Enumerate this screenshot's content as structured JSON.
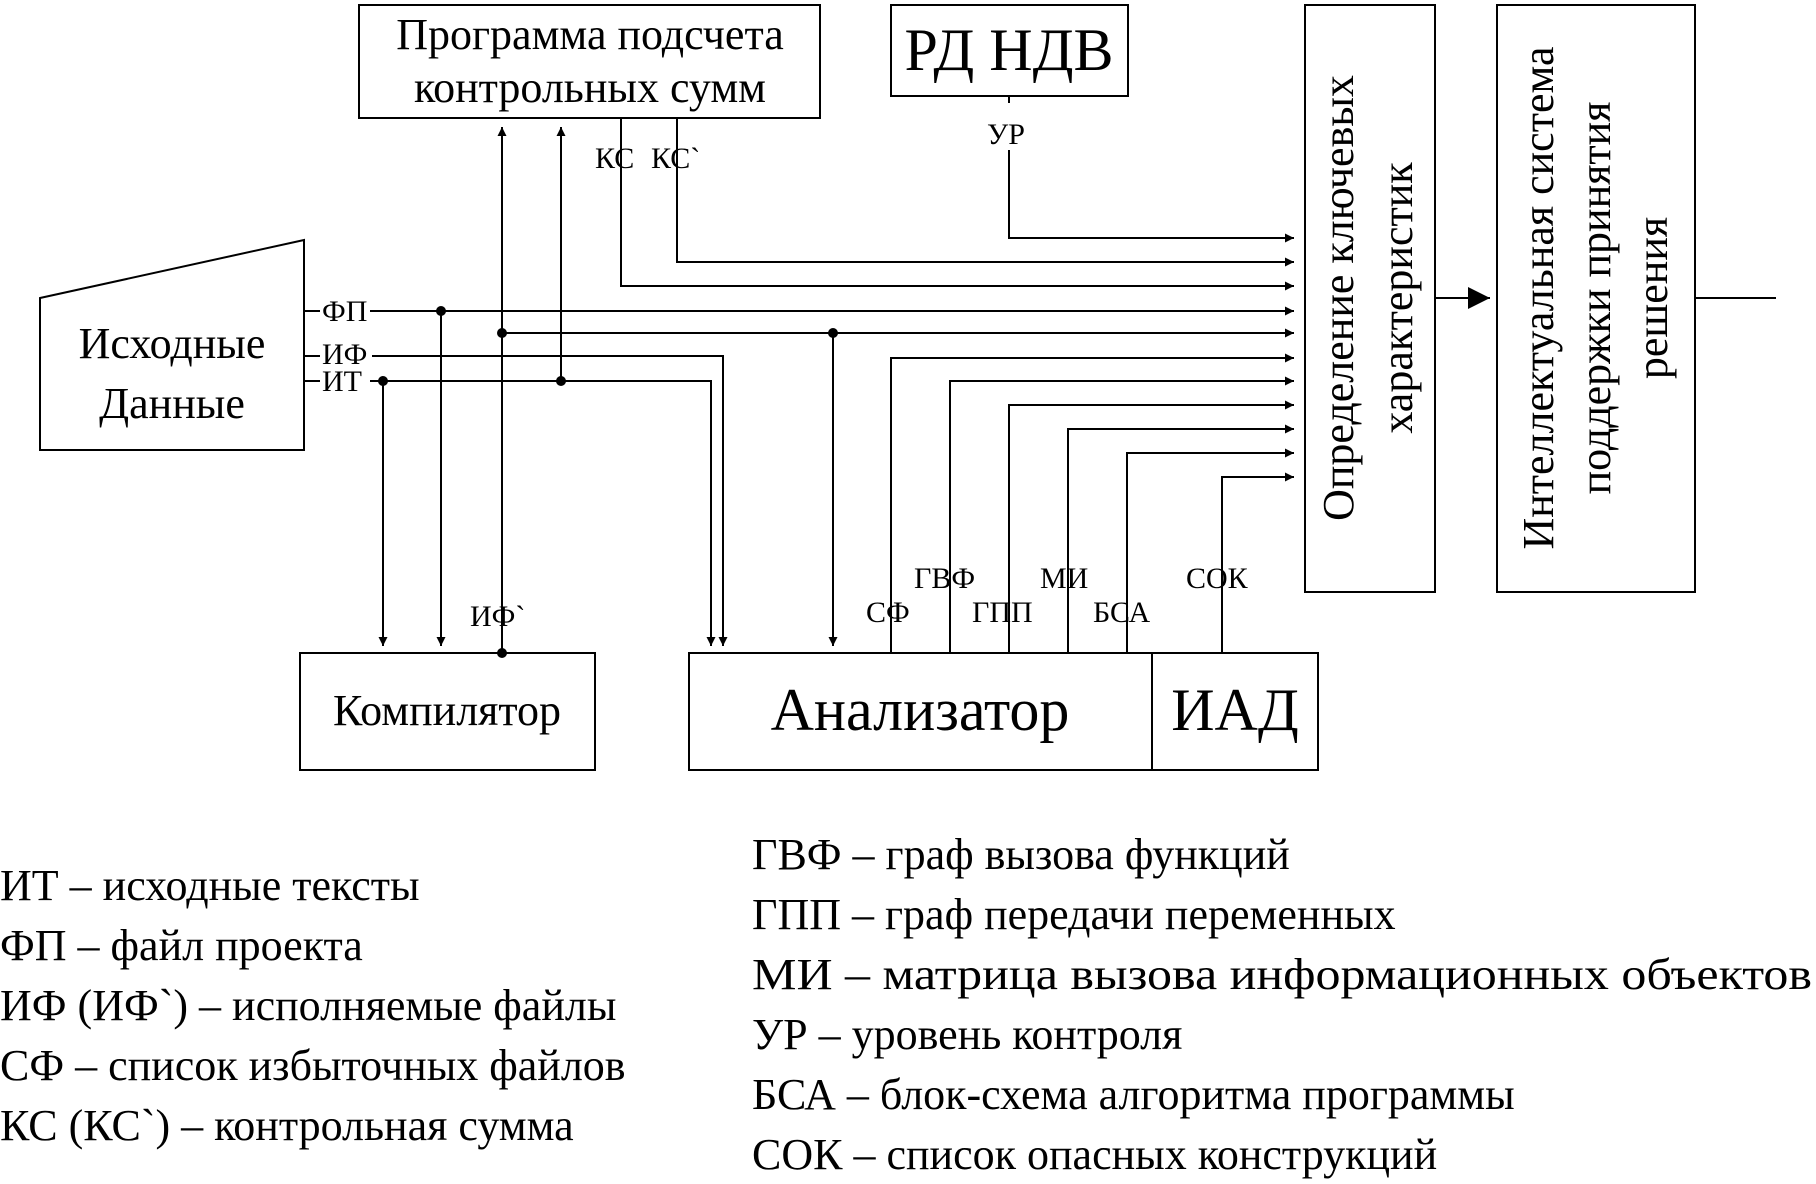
{
  "blocks": {
    "checksum_program": [
      "Программа подсчета",
      "контрольных сумм"
    ],
    "rd_ndv": "РД НДВ",
    "source_data": [
      "Исходные",
      "Данные"
    ],
    "compiler": "Компилятор",
    "analyzer": "Анализатор",
    "iad": "ИАД",
    "key_characteristics": [
      "Определение ключевых",
      "характеристик"
    ],
    "decision_support": [
      "Интеллектуальная система",
      "поддержки принятия",
      "решения"
    ]
  },
  "signals": {
    "fp": "ФП",
    "if": "ИФ",
    "it": "ИТ",
    "ks": "КС",
    "ks_prime": "КС`",
    "ur": "УР",
    "if_prime": "ИФ`",
    "sf": "СФ",
    "gvf": "ГВФ",
    "gpp": "ГПП",
    "mi": "МИ",
    "bsa": "БСА",
    "sok": "СОК"
  },
  "legend_left": [
    "ИТ – исходные тексты",
    "ФП – файл проекта",
    "ИФ (ИФ`) – исполняемые файлы",
    "СФ – список избыточных файлов",
    "КС (КС`) – контрольная сумма"
  ],
  "legend_right": [
    "ГВФ – граф вызова функций",
    "ГПП – граф передачи переменных",
    "МИ – матрица вызова информационных объектов",
    "УР – уровень контроля",
    "БСА – блок-схема алгоритма программы",
    "СОК – список опасных конструкций"
  ]
}
